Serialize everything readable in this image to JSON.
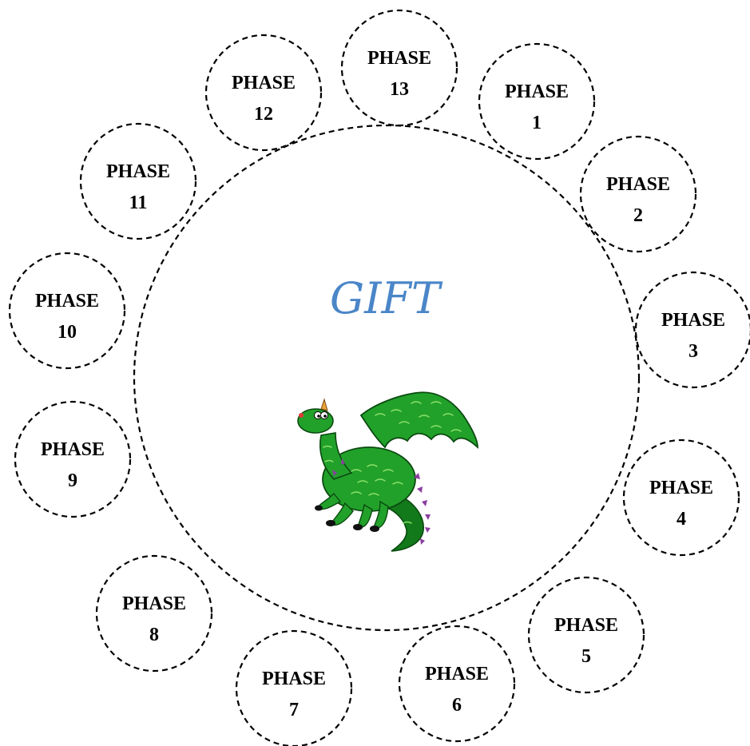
{
  "center": {
    "title": "GIFT",
    "title_color": "#4a86c8",
    "image": "green-dragon"
  },
  "phase_label": "PHASE",
  "phases": [
    {
      "number": "1"
    },
    {
      "number": "2"
    },
    {
      "number": "3"
    },
    {
      "number": "4"
    },
    {
      "number": "5"
    },
    {
      "number": "6"
    },
    {
      "number": "7"
    },
    {
      "number": "8"
    },
    {
      "number": "9"
    },
    {
      "number": "10"
    },
    {
      "number": "11"
    },
    {
      "number": "12"
    },
    {
      "number": "13"
    }
  ],
  "colors": {
    "outline": "#000000",
    "dragon_body": "#22a12a",
    "dragon_dark": "#137a1b",
    "dragon_scales": "#8be06a",
    "dragon_spikes": "#8b3fa0",
    "dragon_horn": "#e8a33a",
    "dragon_cheek": "#e23b3b"
  }
}
